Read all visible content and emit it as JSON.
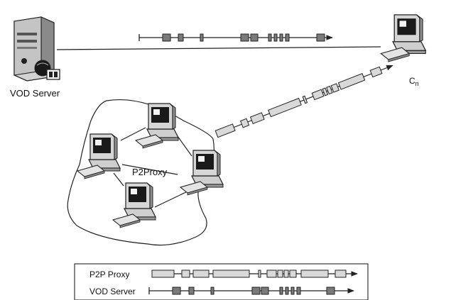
{
  "labels": {
    "server": "VOD Server",
    "client_base": "C",
    "client_sub": "n",
    "proxy": "P2Proxy"
  },
  "legend": {
    "p2p_label": "P2P Proxy",
    "vod_label": "VOD Server"
  },
  "colors": {
    "vod_chunk": "#7a7a7a",
    "p2p_chunk": "#d9d9d9",
    "line": "#222222"
  }
}
